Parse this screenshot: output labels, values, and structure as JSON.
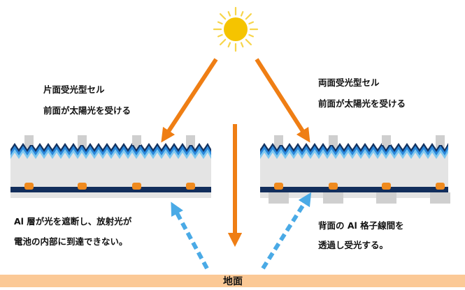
{
  "left_panel": {
    "title_line1": "片面受光型セル",
    "title_line2": "前面が太陽光を受ける",
    "note_line1": "Al 層が光を遮断し、放射光が",
    "note_line2": "電池の内部に到達できない。"
  },
  "right_panel": {
    "title_line1": "両面受光型セル",
    "title_line2": "前面が太陽光を受ける",
    "note_line1": "背面の Al 格子線間を",
    "note_line2": "透過し受光する。"
  },
  "ground": {
    "label": "地面"
  },
  "colors": {
    "sun": "#f5c400",
    "sun_ray": "#f7d54a",
    "arrow_direct": "#ef7e14",
    "arrow_reflect": "#4aaae6",
    "wave_dark": "#12315f",
    "wave_mid": "#2a86d9",
    "wave_light": "#7fc8f0",
    "cell_body": "#e4e4e4",
    "finger": "#cfcfcf",
    "back_layer": "#122e5c",
    "contact": "#ef8a1e",
    "ground": "#fbc996"
  },
  "icons": {
    "sun": "sun-icon"
  }
}
